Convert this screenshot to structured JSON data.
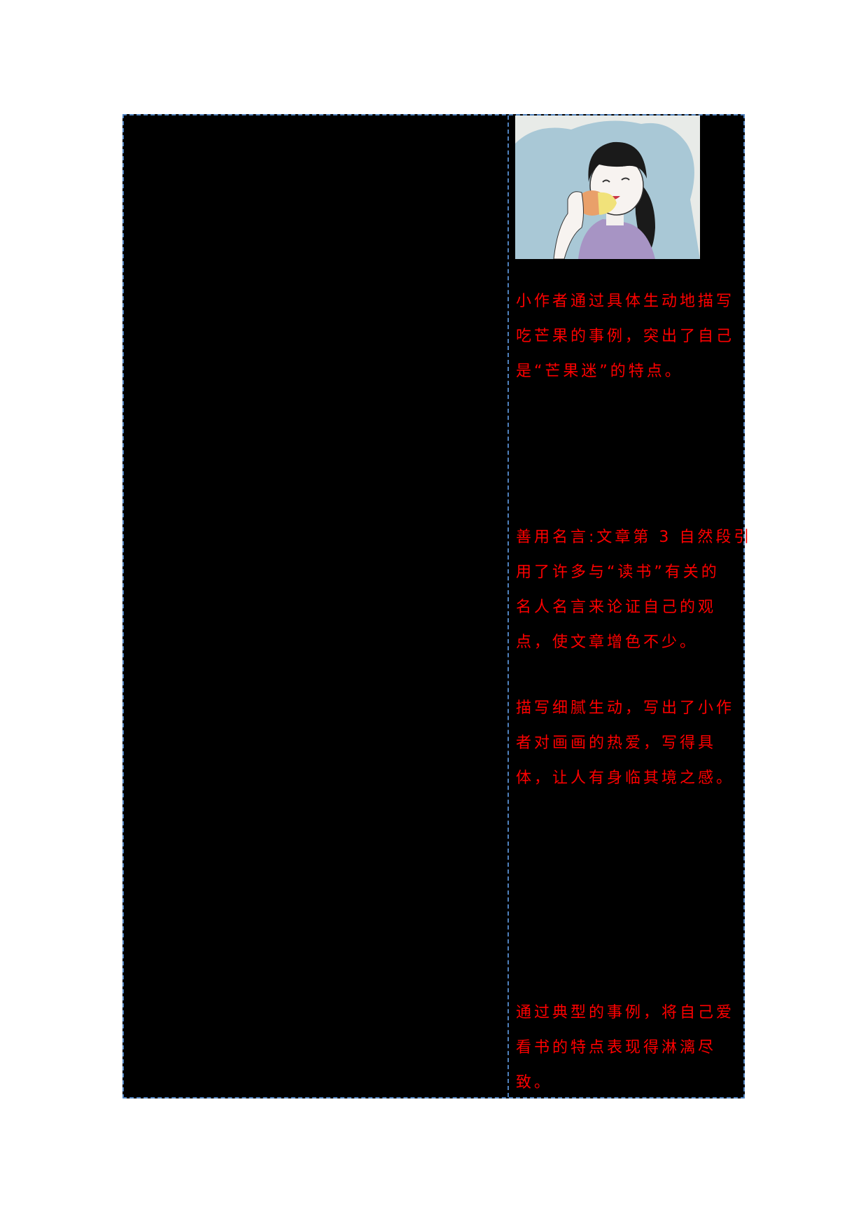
{
  "document": {
    "table": {
      "border_color": "#4f81bd",
      "left_column": {
        "content": "redacted"
      },
      "right_column": {
        "illustration": {
          "description": "Cartoon girl with black pigtails and purple shirt happily eating a mango",
          "icon": "girl-eating-mango-illustration"
        },
        "annotations": [
          {
            "lines": [
              "小作者通过具体生动地描写",
              "吃芒果的事例，突出了自己",
              "是“芒果迷”的特点。"
            ]
          },
          {
            "lines": [
              "善用名言:文章第 3 自然段引",
              "用了许多与“读书”有关的",
              "名人名言来论证自己的观",
              "点，使文章增色不少。"
            ]
          },
          {
            "lines": [
              "描写细腻生动，写出了小作",
              "者对画画的热爱，写得具",
              "体，让人有身临其境之感。"
            ]
          },
          {
            "lines": [
              "通过典型的事例，将自己爱",
              "看书的特点表现得淋漓尽",
              "致。"
            ]
          }
        ],
        "text_color": "#ff0000"
      }
    }
  }
}
